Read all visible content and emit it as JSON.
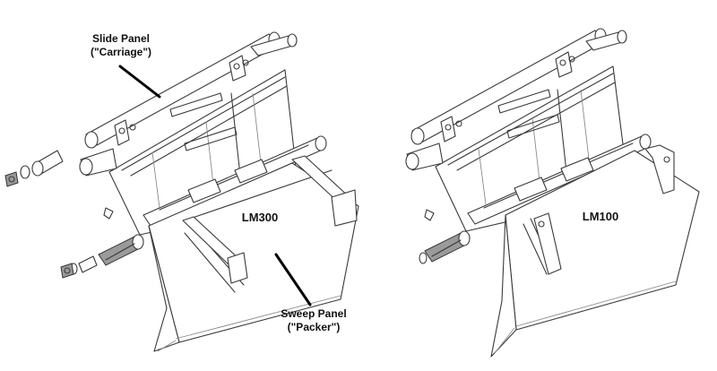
{
  "callouts": {
    "slide_panel": {
      "line1": "Slide Panel",
      "line2": "(\"Carriage\")"
    },
    "sweep_panel": {
      "line1": "Sweep Panel",
      "line2": "(\"Packer\")"
    }
  },
  "models": {
    "left": "LM300",
    "right": "LM100"
  },
  "colors": {
    "line": "#3a3a3a",
    "fill": "#ffffff",
    "callout": "#000000"
  }
}
